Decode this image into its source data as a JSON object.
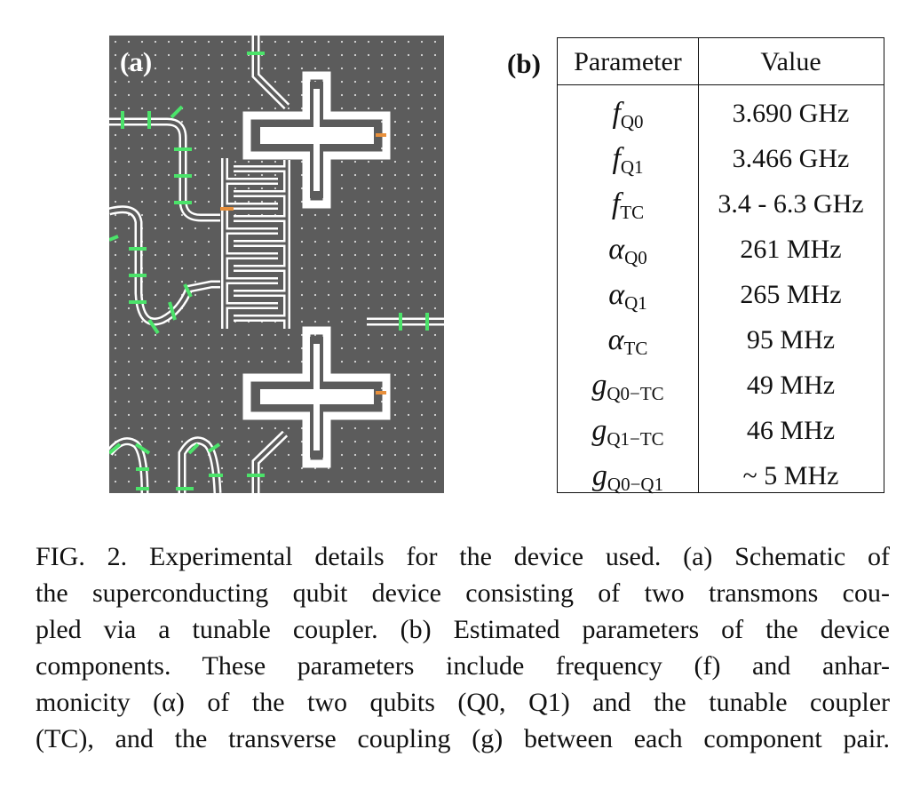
{
  "figure": {
    "panel_a_label": "(a)",
    "panel_b_label": "(b)"
  },
  "table": {
    "headers": {
      "parameter": "Parameter",
      "value": "Value"
    },
    "rows": [
      {
        "symbol": "f",
        "subscript": "Q0",
        "value": "3.690 GHz"
      },
      {
        "symbol": "f",
        "subscript": "Q1",
        "value": "3.466 GHz"
      },
      {
        "symbol": "f",
        "subscript": "TC",
        "value": "3.4 - 6.3 GHz"
      },
      {
        "symbol": "α",
        "subscript": "Q0",
        "value": "261 MHz"
      },
      {
        "symbol": "α",
        "subscript": "Q1",
        "value": "265 MHz"
      },
      {
        "symbol": "α",
        "subscript": "TC",
        "value": "95 MHz"
      },
      {
        "symbol": "g",
        "subscript": "Q0−TC",
        "value": "49 MHz"
      },
      {
        "symbol": "g",
        "subscript": "Q1−TC",
        "value": "46 MHz"
      },
      {
        "symbol": "g",
        "subscript": "Q0−Q1",
        "value": "~ 5 MHz"
      }
    ]
  },
  "caption": {
    "lines": [
      "FIG. 2.  Experimental details for the device used.  (a) Schematic of",
      "the superconducting qubit device consisting of two transmons cou-",
      "pled via a tunable coupler.  (b) Estimated parameters of the device",
      "components.  These parameters include frequency (f) and anhar-",
      "monicity (α) of the two qubits (Q0, Q1) and the tunable coupler",
      "(TC), and the transverse coupling (g) between each component pair."
    ]
  },
  "colors": {
    "substrate": "#5c5c5c",
    "metal_trace": "#ffffff",
    "crossover_marker": "#4be36a",
    "junction": "#e8903c",
    "dot_grid": "#d8d8d8"
  }
}
